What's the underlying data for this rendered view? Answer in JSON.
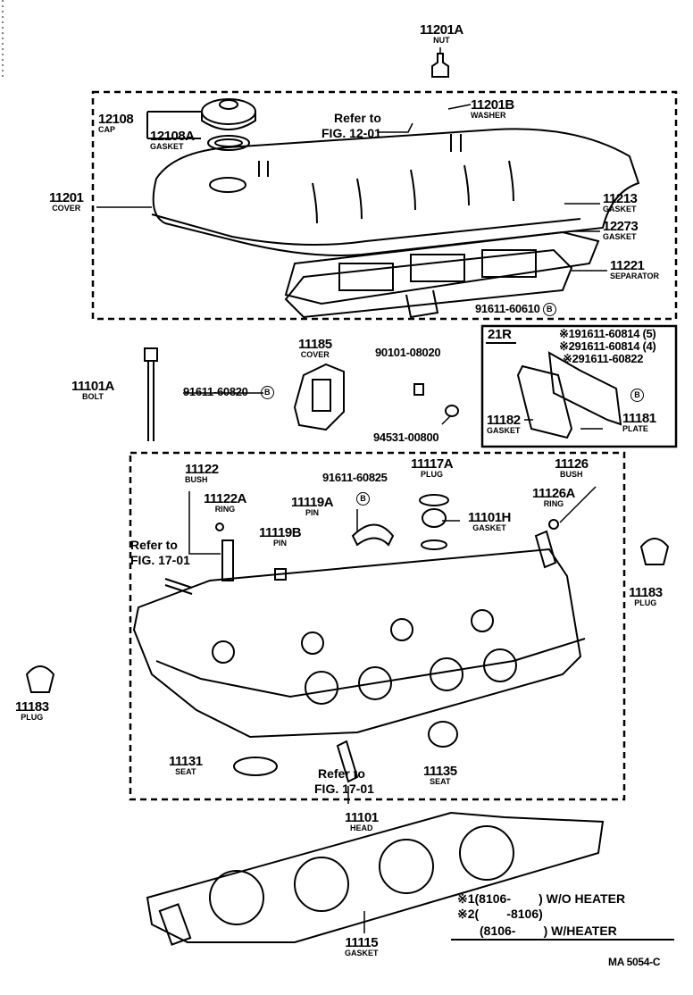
{
  "diagram_code": "MA 5054-C",
  "box_21r": {
    "title": "21R",
    "bolts": [
      "※191611-60814 (5)",
      "※291611-60814 (4)",
      "※291611-60822"
    ]
  },
  "ref_label": "Refer to",
  "refs": [
    "FIG. 12-01",
    "FIG. 17-01",
    "FIG. 17-01"
  ],
  "bolt_marker": "B",
  "part_numbers": [
    "91611-60610",
    "91611-60820",
    "90101-08020",
    "94531-00800",
    "91611-60825"
  ],
  "parts": [
    {
      "number": "11201A",
      "name": "NUT"
    },
    {
      "number": "11201B",
      "name": "WASHER"
    },
    {
      "number": "12108",
      "name": "CAP"
    },
    {
      "number": "12108A",
      "name": "GASKET"
    },
    {
      "number": "11201",
      "name": "COVER"
    },
    {
      "number": "11213",
      "name": "GASKET"
    },
    {
      "number": "12273",
      "name": "GASKET"
    },
    {
      "number": "11221",
      "name": "SEPARATOR"
    },
    {
      "number": "11101A",
      "name": "BOLT"
    },
    {
      "number": "11185",
      "name": "COVER"
    },
    {
      "number": "11182",
      "name": "GASKET"
    },
    {
      "number": "11181",
      "name": "PLATE"
    },
    {
      "number": "11122",
      "name": "BUSH"
    },
    {
      "number": "11122A",
      "name": "RING"
    },
    {
      "number": "11117A",
      "name": "PLUG"
    },
    {
      "number": "11126",
      "name": "BUSH"
    },
    {
      "number": "11126A",
      "name": "RING"
    },
    {
      "number": "11119A",
      "name": "PIN"
    },
    {
      "number": "11101H",
      "name": "GASKET"
    },
    {
      "number": "11119B",
      "name": "PIN"
    },
    {
      "number": "11183",
      "name": "PLUG"
    },
    {
      "number": "11183",
      "name": "PLUG"
    },
    {
      "number": "11131",
      "name": "SEAT"
    },
    {
      "number": "11135",
      "name": "SEAT"
    },
    {
      "number": "11101",
      "name": "HEAD"
    },
    {
      "number": "11115",
      "name": "GASKET"
    }
  ],
  "notes": [
    "※1(8106-        ) W/O HEATER",
    "※2(        -8106)",
    "(8106-        ) W/HEATER"
  ]
}
